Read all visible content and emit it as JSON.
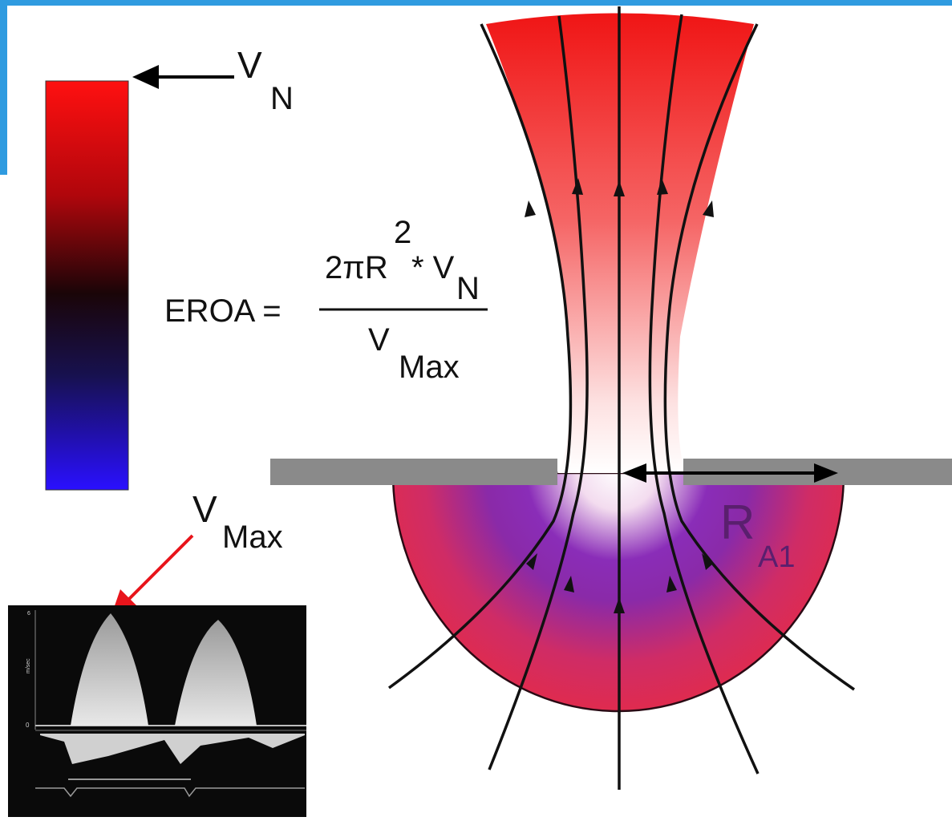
{
  "labels": {
    "vn_main": "V",
    "vn_sub": "N",
    "vmax_main": "V",
    "vmax_sub": "Max",
    "radius_main": "R",
    "radius_sub": "A1"
  },
  "equation": {
    "lhs": "EROA =",
    "numerator_main": "2πR",
    "numerator_exp": "2",
    "numerator_op": "* V",
    "numerator_sub": "N",
    "denominator_main": "V",
    "denominator_sub": "Max"
  },
  "doppler": {
    "axis_unit": "m/sec",
    "tick_top": "6",
    "tick_zero": "0"
  },
  "colors": {
    "frame": "#2f9be0",
    "scale_top": "#ff1010",
    "scale_mid": "#1a0508",
    "scale_bottom": "#2a10ff",
    "jet": "#f21818",
    "hemisphere_outer": "#df2b4f",
    "hemisphere_inner": "#7a22b0",
    "plate": "#8a8a8a",
    "annotation_arrow": "#e8141b"
  },
  "icons": [
    "arrow-left-icon",
    "double-arrow-icon",
    "red-arrow-icon",
    "flow-arrow-icon"
  ]
}
